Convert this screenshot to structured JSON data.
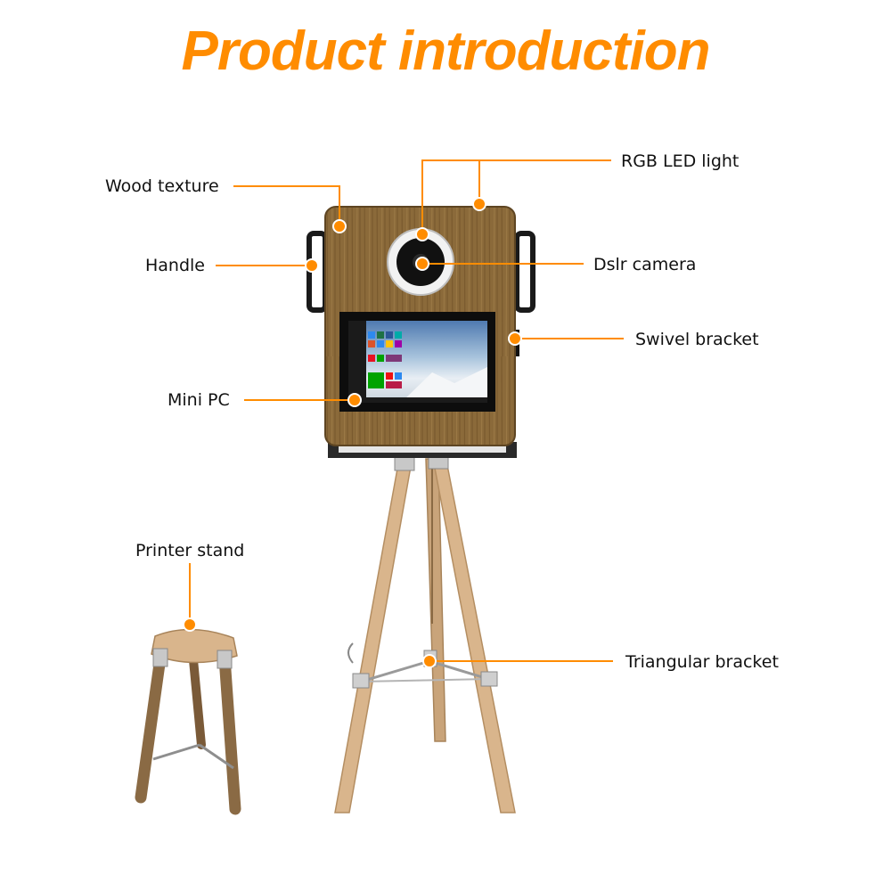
{
  "page": {
    "title": "Product introduction"
  },
  "labels": {
    "wood_texture": "Wood texture",
    "handle": "Handle",
    "mini_pc": "Mini PC",
    "rgb_led_light": "RGB LED light",
    "dslr_camera": "Dslr camera",
    "swivel_bracket": "Swivel bracket",
    "printer_stand": "Printer stand",
    "triangular_bracket": "Triangular bracket"
  },
  "colors": {
    "accent": "#FF8C00",
    "title": "#FF8C00",
    "wood": "#8B6A3A",
    "tripod_wood": "#D9B58C",
    "frame": "#1A1A1A"
  }
}
